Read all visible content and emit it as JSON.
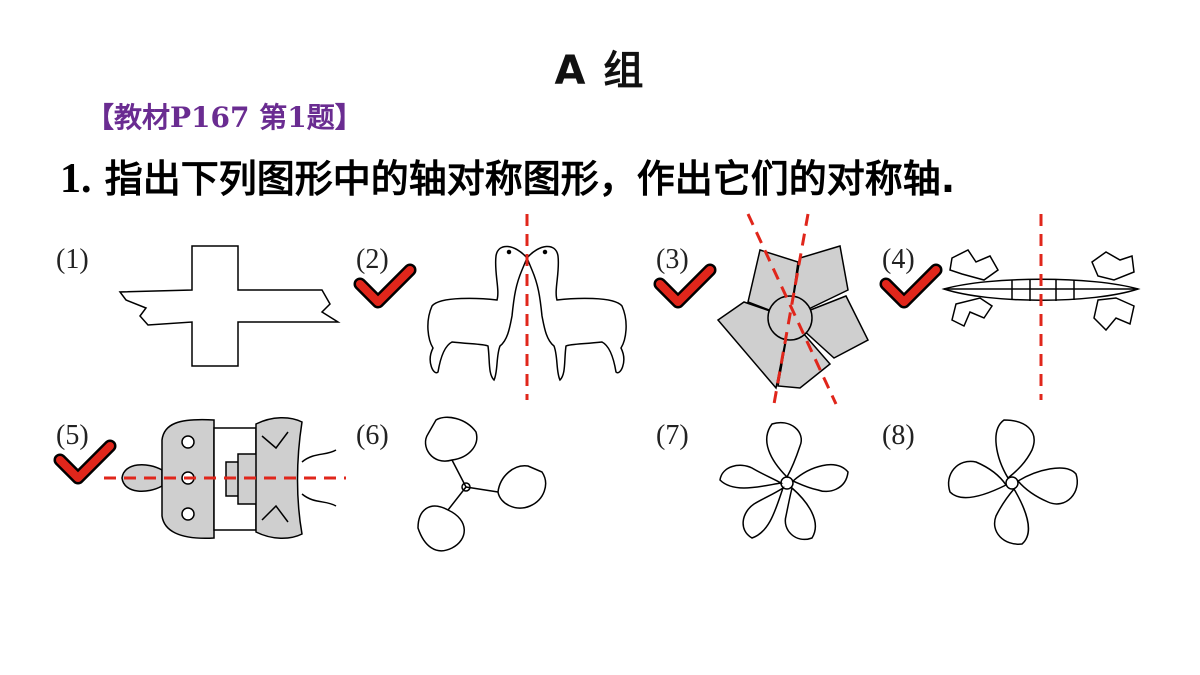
{
  "title": "A 组",
  "source": "【教材P167  第1题】",
  "question": {
    "number": "1.",
    "text": "指出下列图形中的轴对称图形，作出它们的对称轴."
  },
  "figures": [
    {
      "label": "(1)",
      "checked": false
    },
    {
      "label": "(2)",
      "checked": true
    },
    {
      "label": "(3)",
      "checked": true
    },
    {
      "label": "(4)",
      "checked": true
    },
    {
      "label": "(5)",
      "checked": true
    },
    {
      "label": "(6)",
      "checked": false
    },
    {
      "label": "(7)",
      "checked": false
    },
    {
      "label": "(8)",
      "checked": false
    }
  ],
  "colors": {
    "check": "#e0261b",
    "axis": "#e0261b",
    "shape_fill": "#cfcfcf",
    "source_text": "#6a2c91"
  },
  "icons": {
    "check": "check-mark-icon"
  }
}
